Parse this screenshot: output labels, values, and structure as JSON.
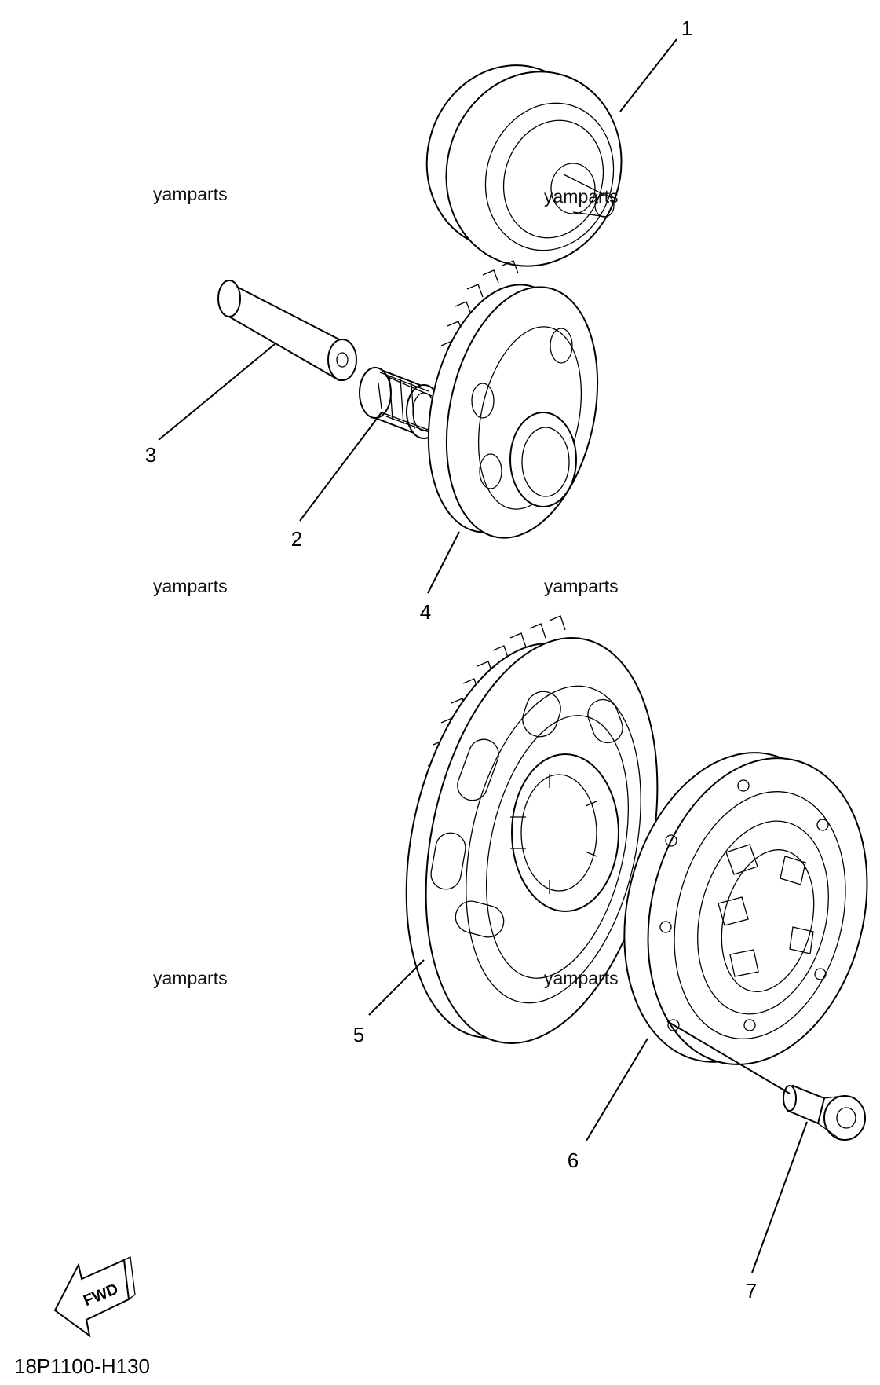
{
  "diagram": {
    "callouts": [
      "1",
      "2",
      "3",
      "4",
      "5",
      "6",
      "7"
    ],
    "watermark": "yamparts",
    "fwd_label": "FWD",
    "diagram_code": "18P1100-H130"
  }
}
